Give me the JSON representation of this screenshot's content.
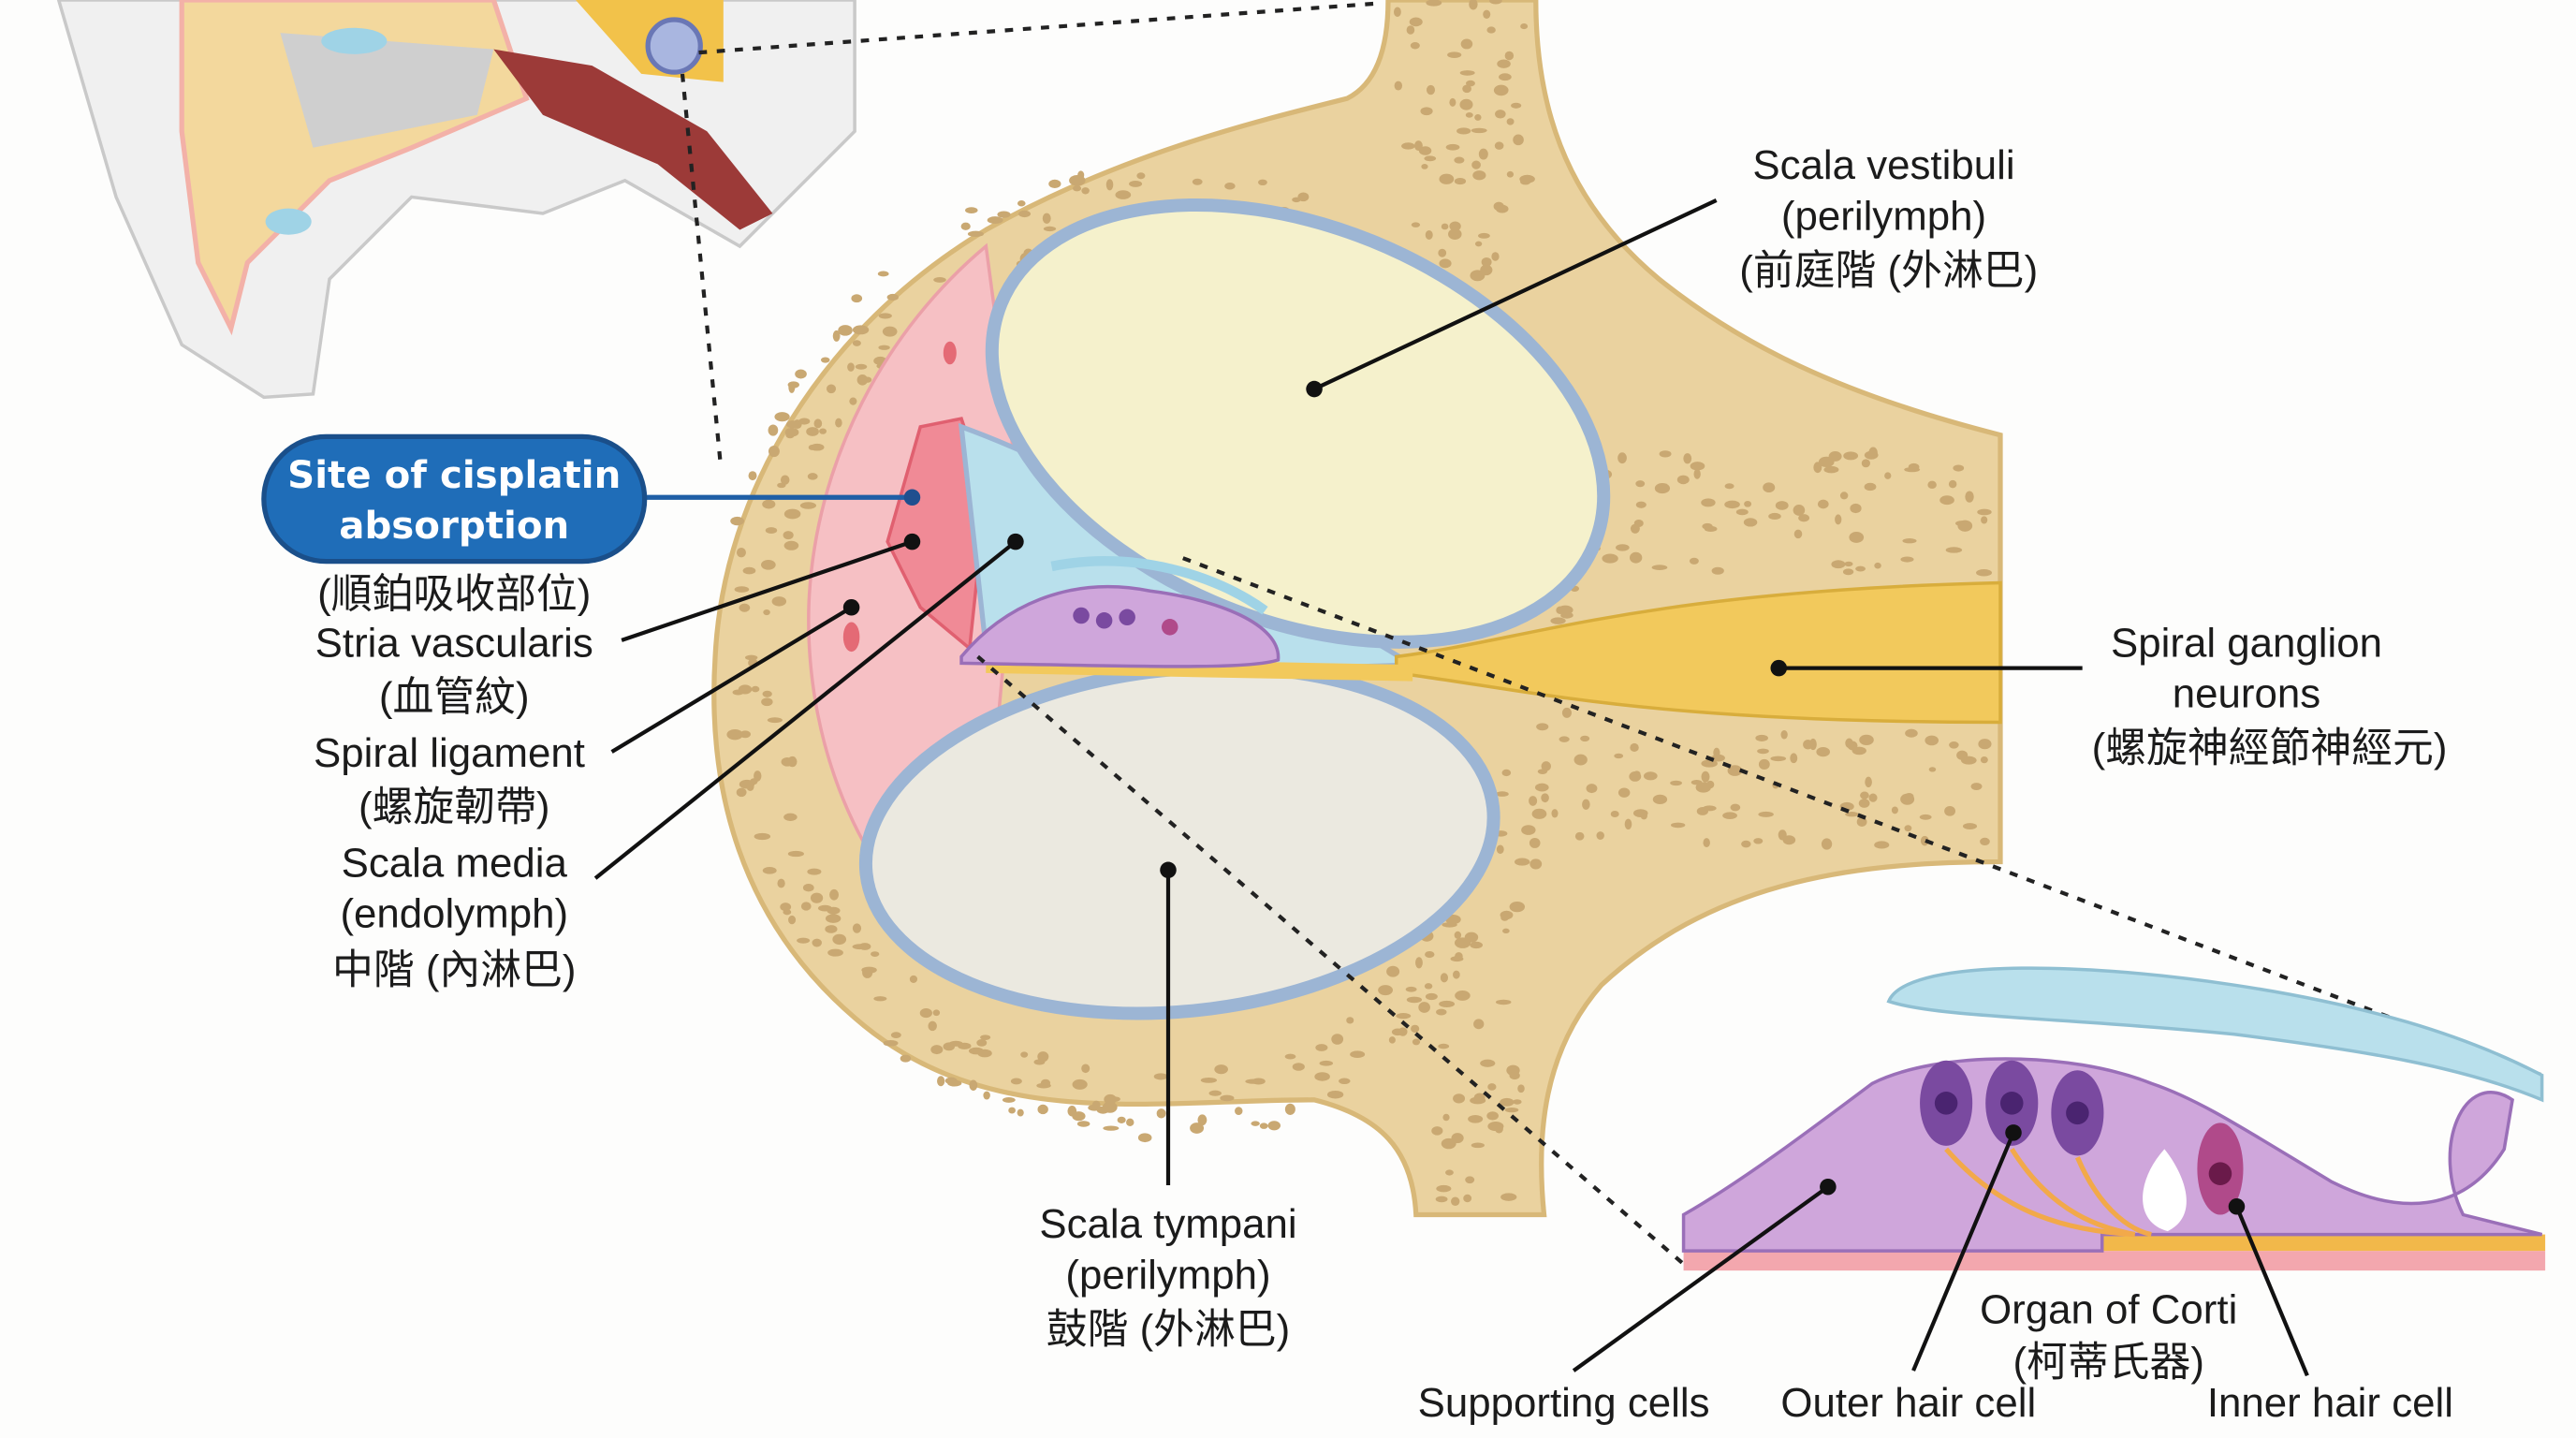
{
  "colors": {
    "bone": "#ead29f",
    "bone_border": "#d8b878",
    "scala_vestibuli": "#f5f1cc",
    "scala_tympani": "#ebe9e0",
    "membrane": "#9cb5d4",
    "stria": "#f3a7ae",
    "endolymph": "#b9e0ec",
    "ganglion": "#f2c95c",
    "corti": "#cfa6db",
    "hair_cell": "#7a4aa0",
    "badge": "#1f6db8"
  },
  "labels": {
    "badge_line1": "Site of cisplatin",
    "badge_line2": "absorption",
    "badge_zh": "(順鉑吸收部位)",
    "stria_en": "Stria vascularis",
    "stria_zh": "(血管紋)",
    "ligament_en": "Spiral ligament",
    "ligament_zh": "(螺旋韌帶)",
    "media_en": "Scala media",
    "media_en2": "(endolymph)",
    "media_zh": "中階 (內淋巴)",
    "vestibuli_en": "Scala vestibuli",
    "vestibuli_en2": "(perilymph)",
    "vestibuli_zh": "(前庭階 (外淋巴)",
    "ganglion_en": "Spiral ganglion",
    "ganglion_en2": "neurons",
    "ganglion_zh": "(螺旋神經節神經元)",
    "tympani_en": "Scala tympani",
    "tympani_en2": "(perilymph)",
    "tympani_zh": "鼓階 (外淋巴)",
    "corti_en": "Organ of Corti",
    "corti_zh": "(柯蒂氏器)",
    "supporting": "Supporting cells",
    "outer_hair": "Outer hair cell",
    "inner_hair": "Inner hair cell"
  }
}
